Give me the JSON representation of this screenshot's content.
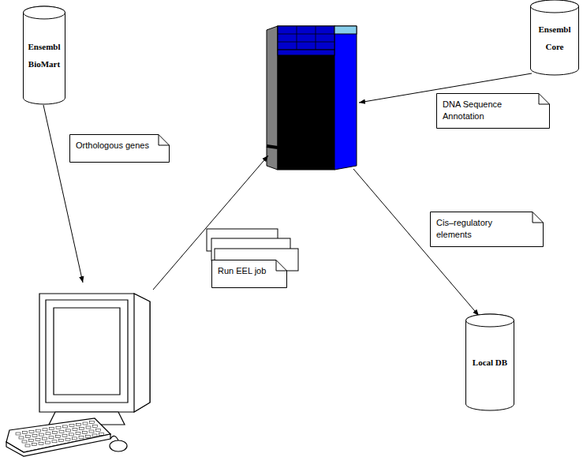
{
  "diagram": {
    "nodes": [
      {
        "text": [
          "Ensembl BioMart"
        ]
      },
      {
        "text": []
      },
      {
        "text": [
          "Ensembl Core"
        ]
      },
      {
        "text": []
      },
      {
        "text": [
          "Local DB"
        ]
      }
    ],
    "edges": [
      {
        "from": 0,
        "to": 3,
        "arrow": "to",
        "label": "Orthologous genes"
      },
      {
        "from": 3,
        "to": 1,
        "arrow": "to",
        "label": "Run EEL job"
      },
      {
        "from": 2,
        "to": 1,
        "arrow": "to",
        "label": "DNA Sequence Annotation"
      },
      {
        "from": 1,
        "to": 4,
        "arrow": "to",
        "label": "Cis–regulatory elements"
      }
    ]
  }
}
